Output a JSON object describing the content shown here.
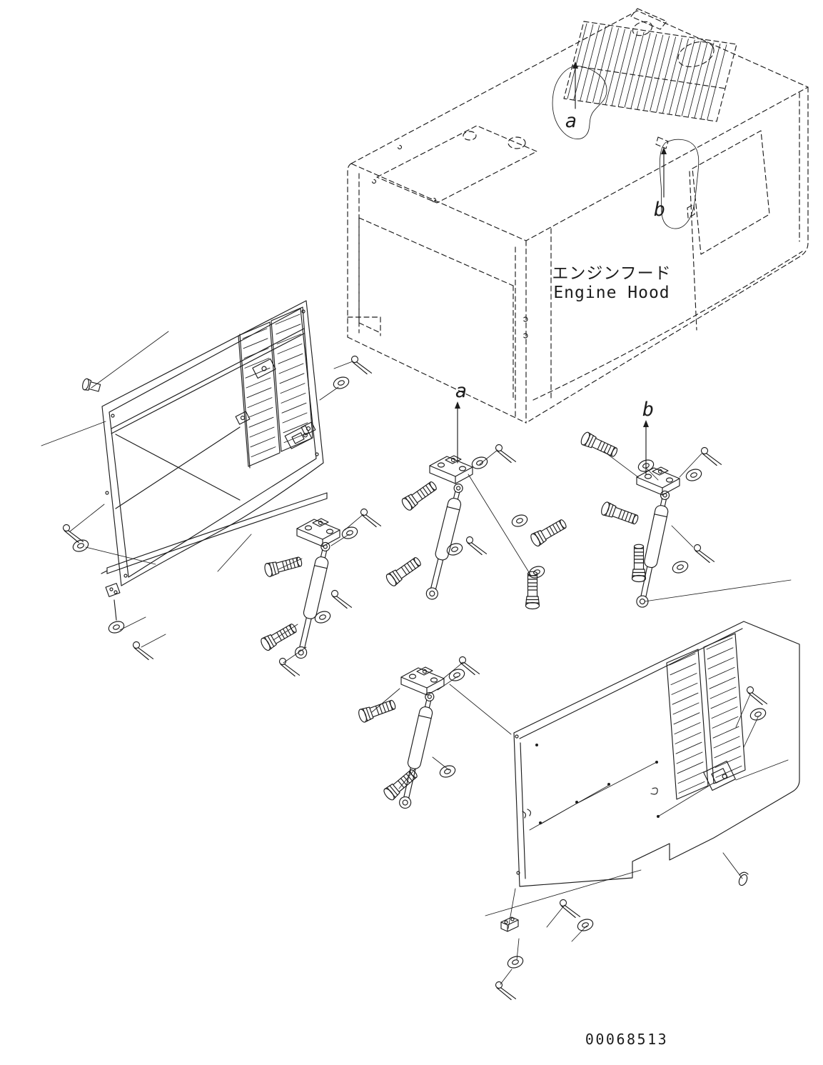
{
  "diagram": {
    "product": {
      "label_ja": "エンジンフード",
      "label_en": "Engine Hood"
    },
    "labels": {
      "callout_a": "a",
      "callout_b": "b"
    },
    "drawing_number": "00068513",
    "colors": {
      "line": "#1c1c1c",
      "background": "#ffffff"
    }
  }
}
